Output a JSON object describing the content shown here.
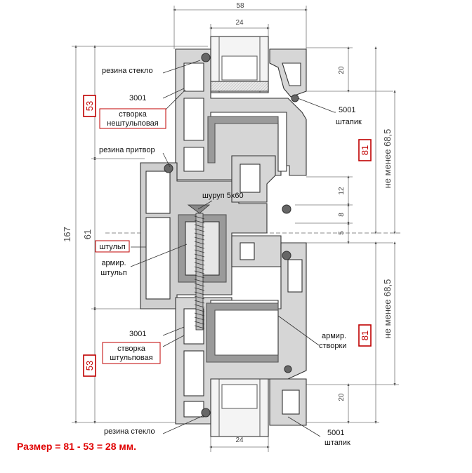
{
  "dimensions": {
    "overall_width": "58",
    "glass_top": "24",
    "glass_bottom": "24",
    "total_height": "167",
    "mid_height": "61",
    "upper_sash": "53",
    "lower_sash": "53",
    "min_top": "не менее 68,5",
    "min_bottom": "не менее 68,5",
    "sash_top": "81",
    "sash_bottom": "81",
    "d20_top": "20",
    "d20_bottom": "20",
    "d12": "12",
    "d8": "8",
    "d5": "5"
  },
  "labels": {
    "rubber_glass_top": "резина стекло",
    "code_3001_top": "3001",
    "sash_non_mullion_line1": "створка",
    "sash_non_mullion_line2": "нештульповая",
    "rubber_rebate": "резина притвор",
    "screw": "шуруп 5х60",
    "mullion": "штульп",
    "reinf_mullion_line1": "армир.",
    "reinf_mullion_line2": "штульп",
    "code_3001_bottom": "3001",
    "sash_mullion_line1": "створка",
    "sash_mullion_line2": "штульповая",
    "rubber_glass_bottom": "резина стекло",
    "code_5001_top": "5001",
    "bead_top": "штапик",
    "reinf_sash_line1": "армир.",
    "reinf_sash_line2": "створки",
    "code_5001_bottom": "5001",
    "bead_bottom": "штапик"
  },
  "formula": "Размер = 81 - 53 = 28 мм.",
  "colors": {
    "accent_red": "#c00000",
    "formula_red": "#e00000",
    "profile_gray": "#bdbdbd",
    "reinforcement": "#9a9a9a"
  }
}
